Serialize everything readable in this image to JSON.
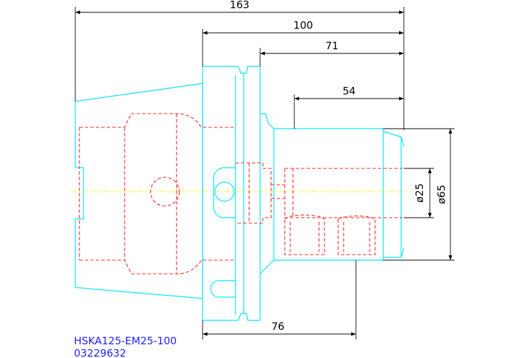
{
  "dimensions": {
    "overall_length": "163",
    "gauge_to_tip": "100",
    "flange_to_tip": "71",
    "bore_depth": "54",
    "clamp_length": "76",
    "bore_diameter": "ø25",
    "body_diameter": "ø65"
  },
  "title_block": {
    "part_number": "HSKA125-EM25-100",
    "order_number": "03229632"
  },
  "colors": {
    "outline": "#00e5ff",
    "hidden_lines": "#ff2020",
    "dimension_lines": "#000000",
    "center_axis": "#ffff00",
    "part_text": "#2222ff"
  }
}
